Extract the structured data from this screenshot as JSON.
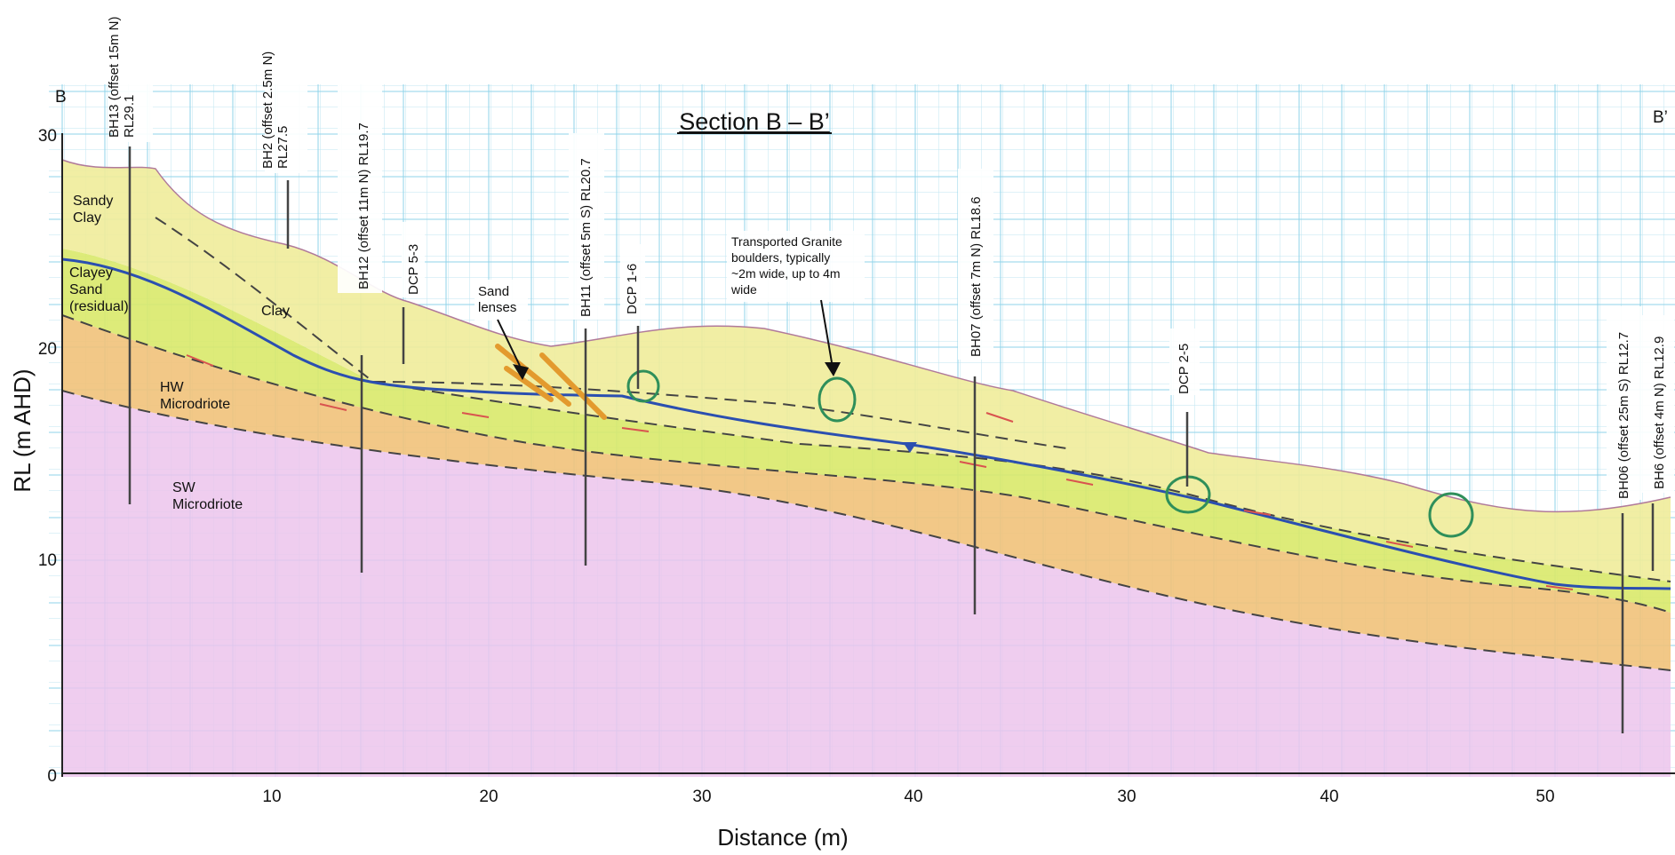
{
  "title": "Section B – B’",
  "corner_labels": {
    "left": "B",
    "right": "B’"
  },
  "axes": {
    "y_label": "RL (m AHD)",
    "x_label": "Distance (m)",
    "y_ticks": [
      "30",
      "20",
      "10",
      "0"
    ],
    "x_ticks": [
      "10",
      "20",
      "30",
      "40",
      "30",
      "40",
      "50"
    ]
  },
  "boreholes": [
    {
      "id": "bh13",
      "lines": [
        "BH13 (offset 15m N)",
        "RL29.1"
      ]
    },
    {
      "id": "bh2",
      "lines": [
        "BH2 (offset 2.5m N)",
        "RL27.5"
      ]
    },
    {
      "id": "bh12",
      "lines": [
        "BH12 (offset 11m N) RL19.7"
      ]
    },
    {
      "id": "dcp53",
      "lines": [
        "DCP 5-3"
      ]
    },
    {
      "id": "bh11",
      "lines": [
        "BH11 (offset 5m S) RL20.7"
      ]
    },
    {
      "id": "dcp16",
      "lines": [
        "DCP 1-6"
      ]
    },
    {
      "id": "bh07",
      "lines": [
        "BH07 (offset 7m N) RL18.6"
      ]
    },
    {
      "id": "dcp25",
      "lines": [
        "DCP 2-5"
      ]
    },
    {
      "id": "bh06",
      "lines": [
        "BH06 (offset 25m S) RL12.7"
      ]
    },
    {
      "id": "bh6",
      "lines": [
        "BH6 (offset 4m N) RL12.9"
      ]
    }
  ],
  "unit_labels": {
    "sandy_clay": [
      "Sandy",
      "Clay"
    ],
    "clayey_sand": [
      "Clayey",
      "Sand",
      "(residual)"
    ],
    "clay": [
      "Clay"
    ],
    "hw": [
      "HW",
      "Microdriote"
    ],
    "sw": [
      "SW",
      "Microdriote"
    ]
  },
  "annotations": {
    "sand_lenses": [
      "Sand",
      "lenses"
    ],
    "granite": [
      "Transported Granite",
      "boulders, typically",
      "~2m wide, up to 4m",
      "wide"
    ]
  },
  "colors": {
    "grid": "#8fd3ea",
    "clay_yellow": "#f0ec9a",
    "lime": "#d9e96a",
    "orange": "#f1c27a",
    "magenta": "#e7b9e6",
    "water_table": "#2b4fb0",
    "boulder": "#2f8f5a"
  }
}
